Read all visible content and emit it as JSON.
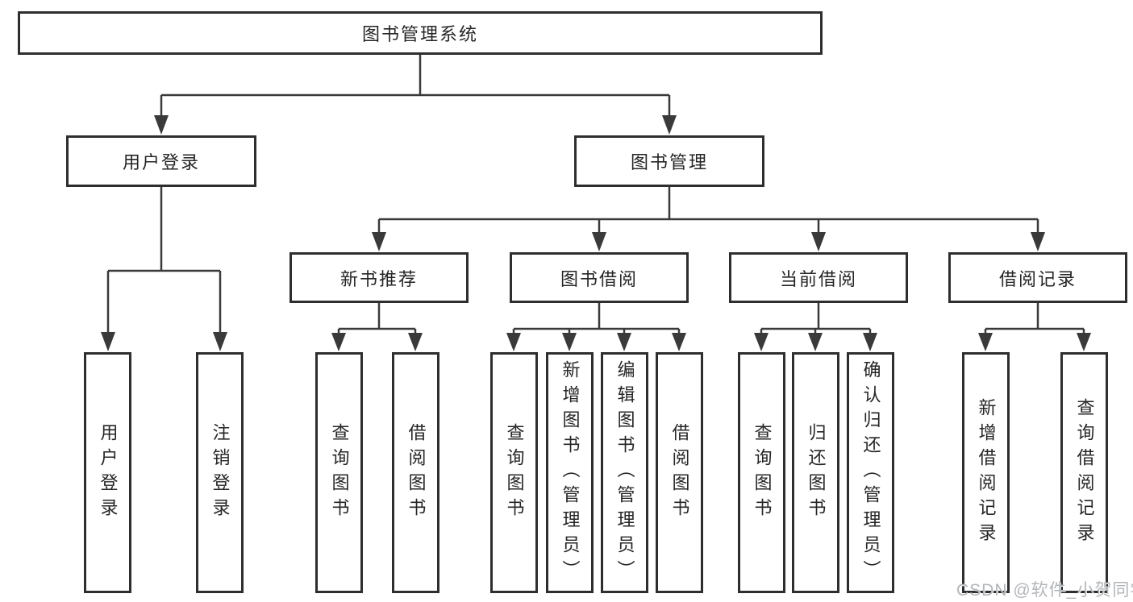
{
  "root": {
    "label": "图书管理系统"
  },
  "level2": [
    {
      "label": "用户登录"
    },
    {
      "label": "图书管理"
    }
  ],
  "level3": [
    {
      "label": "新书推荐"
    },
    {
      "label": "图书借阅"
    },
    {
      "label": "当前借阅"
    },
    {
      "label": "借阅记录"
    }
  ],
  "leaves": {
    "user_login": [
      "用户登录",
      "注销登录"
    ],
    "new_book": [
      "查询图书",
      "借阅图书"
    ],
    "book_borrow": [
      "查询图书",
      "新增图书（管理员）",
      "编辑图书（管理员）",
      "借阅图书"
    ],
    "current_borrow": [
      "查询图书",
      "归还图书",
      "确认归还（管理员）"
    ],
    "borrow_records": [
      "新增借阅记录",
      "查询借阅记录"
    ]
  },
  "watermark": "CSDN @软件_小贺同学",
  "colors": {
    "line": "#3a3a3a",
    "box_border": "#2e2e2e",
    "text": "#262626",
    "background": "#ffffff",
    "watermark": "#b2b6ba"
  }
}
